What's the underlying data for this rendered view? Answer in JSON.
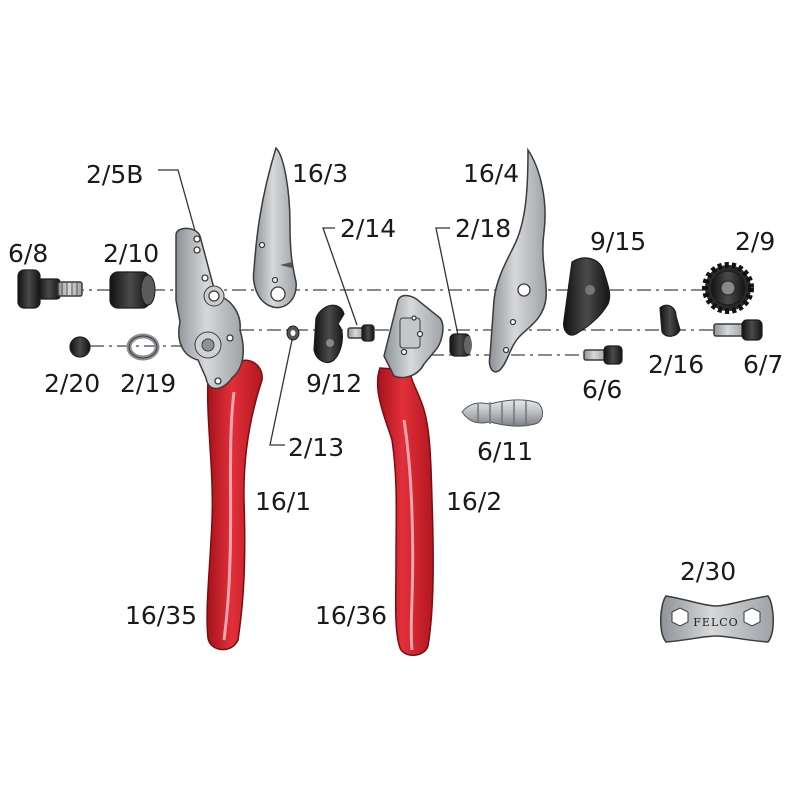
{
  "labels": {
    "p_2_5b": "2/5B",
    "p_16_3": "16/3",
    "p_16_4": "16/4",
    "p_6_8": "6/8",
    "p_2_10": "2/10",
    "p_2_14": "2/14",
    "p_2_18": "2/18",
    "p_9_15": "9/15",
    "p_2_9": "2/9",
    "p_2_20": "2/20",
    "p_2_19": "2/19",
    "p_9_12": "9/12",
    "p_6_6": "6/6",
    "p_2_16": "2/16",
    "p_6_7": "6/7",
    "p_2_13": "2/13",
    "p_6_11": "6/11",
    "p_16_1": "16/1",
    "p_16_2": "16/2",
    "p_16_35": "16/35",
    "p_16_36": "16/36",
    "p_2_30": "2/30"
  },
  "wrench_logo_text": "FELCO",
  "colors": {
    "handle_red": "#d7202b",
    "metal_grey": "#b9bcbf",
    "dark_part": "#2a2a2a",
    "background": "#ffffff"
  }
}
